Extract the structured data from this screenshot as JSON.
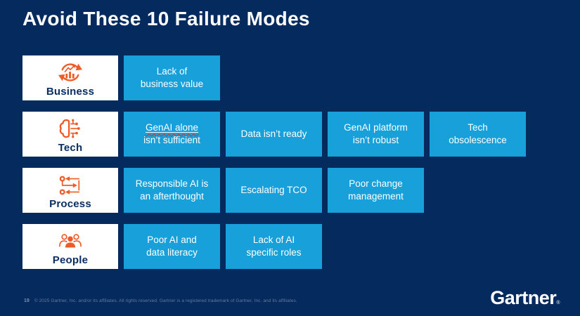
{
  "title": "Avoid These 10 Failure Modes",
  "rows": [
    {
      "category": "Business",
      "icon": "business-cycle-chart-icon",
      "items": [
        {
          "text": "Lack of\nbusiness value"
        }
      ]
    },
    {
      "category": "Tech",
      "icon": "ai-brain-circuit-icon",
      "items": [
        {
          "underlined_text": "GenAI alone",
          "text": "isn’t sufficient"
        },
        {
          "text": "Data isn’t ready"
        },
        {
          "text": "GenAI platform\nisn’t robust"
        },
        {
          "text": "Tech\nobsolescence"
        }
      ]
    },
    {
      "category": "Process",
      "icon": "process-flow-icon",
      "items": [
        {
          "text": "Responsible AI is\nan afterthought"
        },
        {
          "text": "Escalating TCO"
        },
        {
          "text": "Poor change\nmanagement"
        }
      ]
    },
    {
      "category": "People",
      "icon": "people-icon",
      "items": [
        {
          "text": "Poor AI and\ndata literacy"
        },
        {
          "text": "Lack of AI\nspecific roles"
        }
      ]
    }
  ],
  "footer": {
    "page_number": "19",
    "copyright": "© 2025 Gartner, Inc. and/or its affiliates. All rights reserved. Gartner is a registered trademark of Gartner, Inc. and its affiliates.",
    "logo_text": "Gartner",
    "logo_mark": "®"
  },
  "colors": {
    "background": "#052B5E",
    "item_blue": "#17A0D9",
    "card_white": "#FFFFFF",
    "icon_orange": "#EE5B26",
    "category_navy": "#0A2D62",
    "title_white": "#FFFFFF",
    "spellcheck_red": "#D93025"
  }
}
